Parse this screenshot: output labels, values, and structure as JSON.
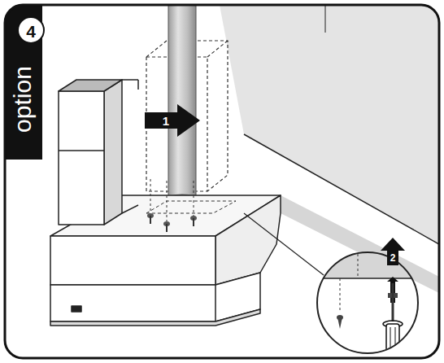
{
  "diagram": {
    "labels": [
      "option",
      "4",
      "1",
      "2"
    ]
  }
}
